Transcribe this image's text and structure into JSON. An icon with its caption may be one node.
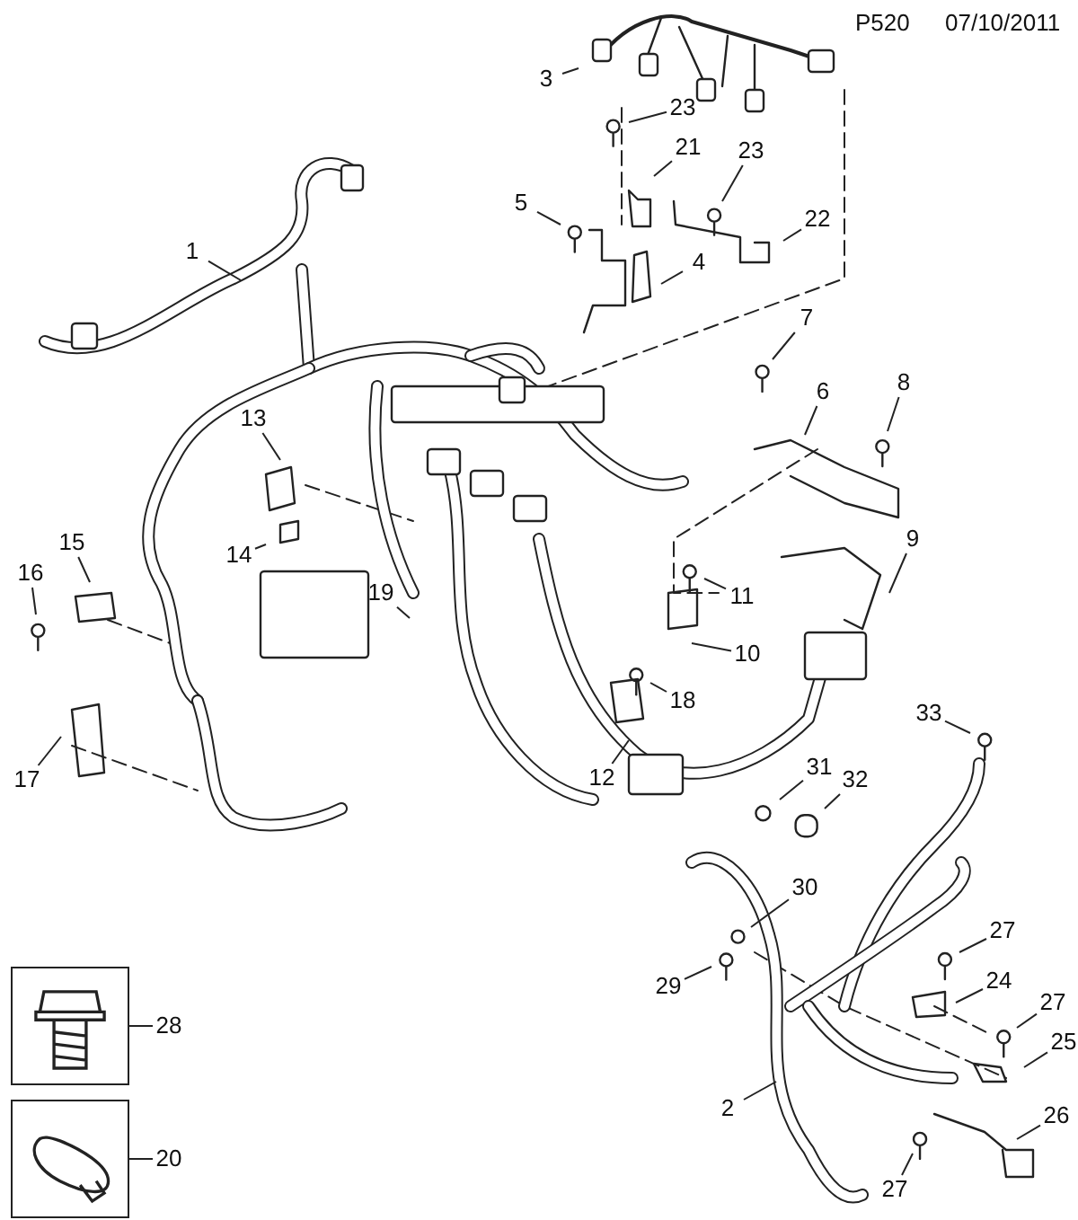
{
  "diagram": {
    "nodes": [
      {
        "text": [
          "3"
        ]
      },
      {
        "text": [
          "23"
        ]
      },
      {
        "text": [
          "21"
        ]
      },
      {
        "text": [
          "23"
        ]
      },
      {
        "text": [
          "22"
        ]
      },
      {
        "text": [
          "5"
        ]
      },
      {
        "text": [
          "1"
        ]
      },
      {
        "text": [
          "4"
        ]
      },
      {
        "text": [
          "7"
        ]
      },
      {
        "text": [
          "8"
        ]
      },
      {
        "text": [
          "6"
        ]
      },
      {
        "text": [
          "13"
        ]
      },
      {
        "text": [
          "9"
        ]
      },
      {
        "text": [
          "14"
        ]
      },
      {
        "text": [
          "15"
        ]
      },
      {
        "text": [
          "16"
        ]
      },
      {
        "text": [
          "19"
        ]
      },
      {
        "text": [
          "11"
        ]
      },
      {
        "text": [
          "10"
        ]
      },
      {
        "text": [
          "18"
        ]
      },
      {
        "text": [
          "33"
        ]
      },
      {
        "text": [
          "31"
        ]
      },
      {
        "text": [
          "32"
        ]
      },
      {
        "text": [
          "12"
        ]
      },
      {
        "text": [
          "17"
        ]
      },
      {
        "text": [
          "30"
        ]
      },
      {
        "text": [
          "27"
        ]
      },
      {
        "text": [
          "29"
        ]
      },
      {
        "text": [
          "24"
        ]
      },
      {
        "text": [
          "27"
        ]
      },
      {
        "text": [
          "25"
        ]
      },
      {
        "text": [
          "2"
        ]
      },
      {
        "text": [
          "26"
        ]
      },
      {
        "text": [
          "27"
        ]
      },
      {
        "text": [],
        "shape": "picture"
      },
      {
        "text": [
          "28"
        ]
      },
      {
        "text": [],
        "shape": "picture"
      },
      {
        "text": [
          "20"
        ]
      }
    ],
    "edges": [
      {
        "from": 0,
        "to": null,
        "arrow": "none"
      },
      {
        "from": 1,
        "to": null,
        "arrow": "none"
      },
      {
        "from": 2,
        "to": null,
        "arrow": "none"
      },
      {
        "from": 3,
        "to": null,
        "arrow": "none"
      },
      {
        "from": 4,
        "to": null,
        "arrow": "none"
      },
      {
        "from": 5,
        "to": null,
        "arrow": "none"
      },
      {
        "from": 6,
        "to": null,
        "arrow": "none"
      },
      {
        "from": 7,
        "to": null,
        "arrow": "none"
      },
      {
        "from": 8,
        "to": null,
        "arrow": "none"
      },
      {
        "from": 9,
        "to": null,
        "arrow": "none"
      },
      {
        "from": 10,
        "to": null,
        "arrow": "none"
      },
      {
        "from": 11,
        "to": null,
        "arrow": "none"
      },
      {
        "from": 12,
        "to": null,
        "arrow": "none"
      },
      {
        "from": 13,
        "to": null,
        "arrow": "none"
      },
      {
        "from": 14,
        "to": null,
        "arrow": "none"
      },
      {
        "from": 15,
        "to": null,
        "arrow": "none"
      },
      {
        "from": 16,
        "to": null,
        "arrow": "none"
      },
      {
        "from": 17,
        "to": null,
        "arrow": "none"
      },
      {
        "from": 18,
        "to": null,
        "arrow": "none"
      },
      {
        "from": 19,
        "to": null,
        "arrow": "none"
      },
      {
        "from": 20,
        "to": null,
        "arrow": "none"
      },
      {
        "from": 21,
        "to": null,
        "arrow": "none"
      },
      {
        "from": 22,
        "to": null,
        "arrow": "none"
      },
      {
        "from": 23,
        "to": null,
        "arrow": "none"
      },
      {
        "from": 24,
        "to": null,
        "arrow": "none"
      },
      {
        "from": 25,
        "to": null,
        "arrow": "none"
      },
      {
        "from": 26,
        "to": null,
        "arrow": "none"
      },
      {
        "from": 27,
        "to": null,
        "arrow": "none"
      },
      {
        "from": 28,
        "to": null,
        "arrow": "none"
      },
      {
        "from": 29,
        "to": null,
        "arrow": "none"
      },
      {
        "from": 30,
        "to": null,
        "arrow": "none"
      },
      {
        "from": 31,
        "to": null,
        "arrow": "none"
      },
      {
        "from": 32,
        "to": null,
        "arrow": "none"
      },
      {
        "from": 33,
        "to": null,
        "arrow": "none"
      },
      {
        "from": 35,
        "to": 34,
        "arrow": "none"
      },
      {
        "from": 37,
        "to": 36,
        "arrow": "none"
      }
    ],
    "labels": [
      "P520",
      "07/10/2011"
    ]
  }
}
